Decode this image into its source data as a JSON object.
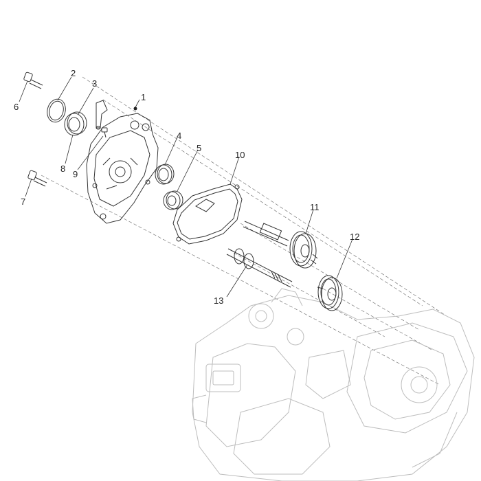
{
  "diagram": {
    "callouts": [
      {
        "id": "p1",
        "label": "1"
      },
      {
        "id": "p2",
        "label": "2"
      },
      {
        "id": "p3",
        "label": "3"
      },
      {
        "id": "p4",
        "label": "4"
      },
      {
        "id": "p5",
        "label": "5"
      },
      {
        "id": "p6",
        "label": "6"
      },
      {
        "id": "p7",
        "label": "7"
      },
      {
        "id": "p8",
        "label": "8"
      },
      {
        "id": "p9",
        "label": "9"
      },
      {
        "id": "p10",
        "label": "10"
      },
      {
        "id": "p11",
        "label": "11"
      },
      {
        "id": "p12",
        "label": "12"
      },
      {
        "id": "p13",
        "label": "13"
      }
    ]
  }
}
